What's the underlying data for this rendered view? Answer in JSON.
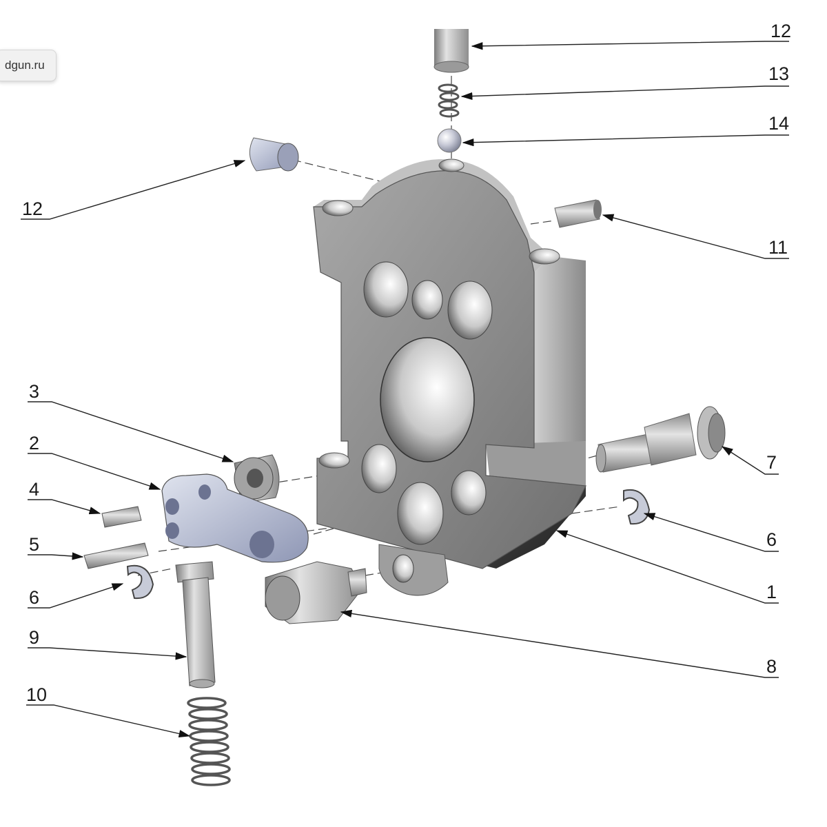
{
  "overlay": {
    "url_fragment": "dgun.ru"
  },
  "diagram": {
    "callouts": [
      {
        "id": "c12a",
        "label": "12"
      },
      {
        "id": "c13",
        "label": "13"
      },
      {
        "id": "c14",
        "label": "14"
      },
      {
        "id": "c12b",
        "label": "12"
      },
      {
        "id": "c11",
        "label": "11"
      },
      {
        "id": "c3",
        "label": "3"
      },
      {
        "id": "c2",
        "label": "2"
      },
      {
        "id": "c7",
        "label": "7"
      },
      {
        "id": "c4",
        "label": "4"
      },
      {
        "id": "c5",
        "label": "5"
      },
      {
        "id": "c6a",
        "label": "6"
      },
      {
        "id": "c6b",
        "label": "6"
      },
      {
        "id": "c1",
        "label": "1"
      },
      {
        "id": "c9",
        "label": "9"
      },
      {
        "id": "c8",
        "label": "8"
      },
      {
        "id": "c10",
        "label": "10"
      }
    ]
  }
}
